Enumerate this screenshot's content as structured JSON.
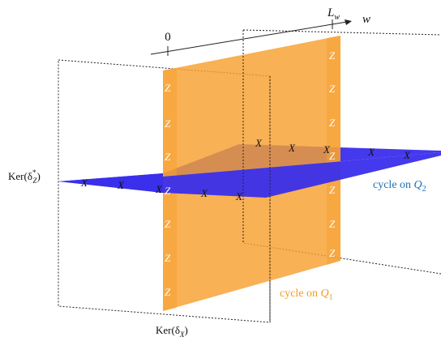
{
  "axis": {
    "origin_label": "0",
    "end_label_main": "L",
    "end_label_sub": "w",
    "variable_label": "w"
  },
  "labels": {
    "ker_dz_prefix": "Ker(δ",
    "ker_dz_sub": "Z",
    "ker_dz_sup": "*",
    "ker_dz_suffix": ")",
    "ker_dx_prefix": "Ker(δ",
    "ker_dx_sub": "X",
    "ker_dx_suffix": ")",
    "cycle_q2_text": "cycle on ",
    "cycle_q2_var": "Q",
    "cycle_q2_sub": "2",
    "cycle_q1_text": "cycle on ",
    "cycle_q1_var": "Q",
    "cycle_q1_sub": "1"
  },
  "operators": {
    "z": "Z",
    "x": "X"
  },
  "colors": {
    "orange_plane": "#F7A030",
    "blue_plane": "#3A2EEB",
    "cycle_q2_text": "#1F6FB0",
    "cycle_q1_text": "#F59A1D",
    "operator_text": "#222222",
    "z_text": "#FFFFFF"
  }
}
